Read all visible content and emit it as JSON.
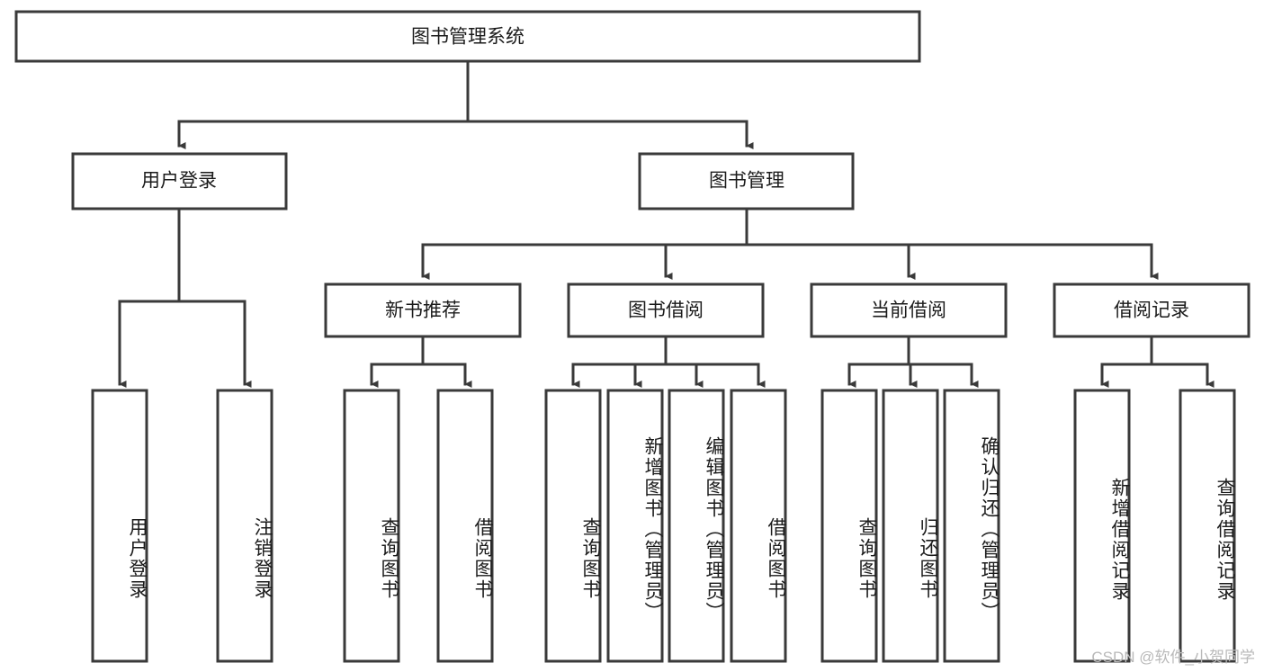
{
  "diagram": {
    "title": "图书管理系统",
    "type": "tree-hierarchy-diagram",
    "colors": {
      "stroke": "#3a3a3a",
      "fill": "#ffffff",
      "text": "#1b1b1b",
      "watermark": "#b9b9b9"
    },
    "root": {
      "label": "图书管理系统"
    },
    "level2": [
      {
        "label": "用户登录"
      },
      {
        "label": "图书管理"
      }
    ],
    "level3": [
      {
        "label": "新书推荐"
      },
      {
        "label": "图书借阅"
      },
      {
        "label": "当前借阅"
      },
      {
        "label": "借阅记录"
      }
    ],
    "leaves": {
      "user_login": [
        {
          "label": "用户登录"
        },
        {
          "label": "注销登录"
        }
      ],
      "new_book_recommend": [
        {
          "label": "查询图书"
        },
        {
          "label": "借阅图书"
        }
      ],
      "book_borrow": [
        {
          "label": "查询图书"
        },
        {
          "label": "新增图书（管理员）"
        },
        {
          "label": "编辑图书（管理员）"
        },
        {
          "label": "借阅图书"
        }
      ],
      "current_borrow": [
        {
          "label": "查询图书"
        },
        {
          "label": "归还图书"
        },
        {
          "label": "确认归还（管理员）"
        }
      ],
      "borrow_record": [
        {
          "label": "新增借阅记录"
        },
        {
          "label": "查询借阅记录"
        }
      ]
    }
  },
  "watermark": {
    "text": "CSDN @软件_小贺同学"
  }
}
